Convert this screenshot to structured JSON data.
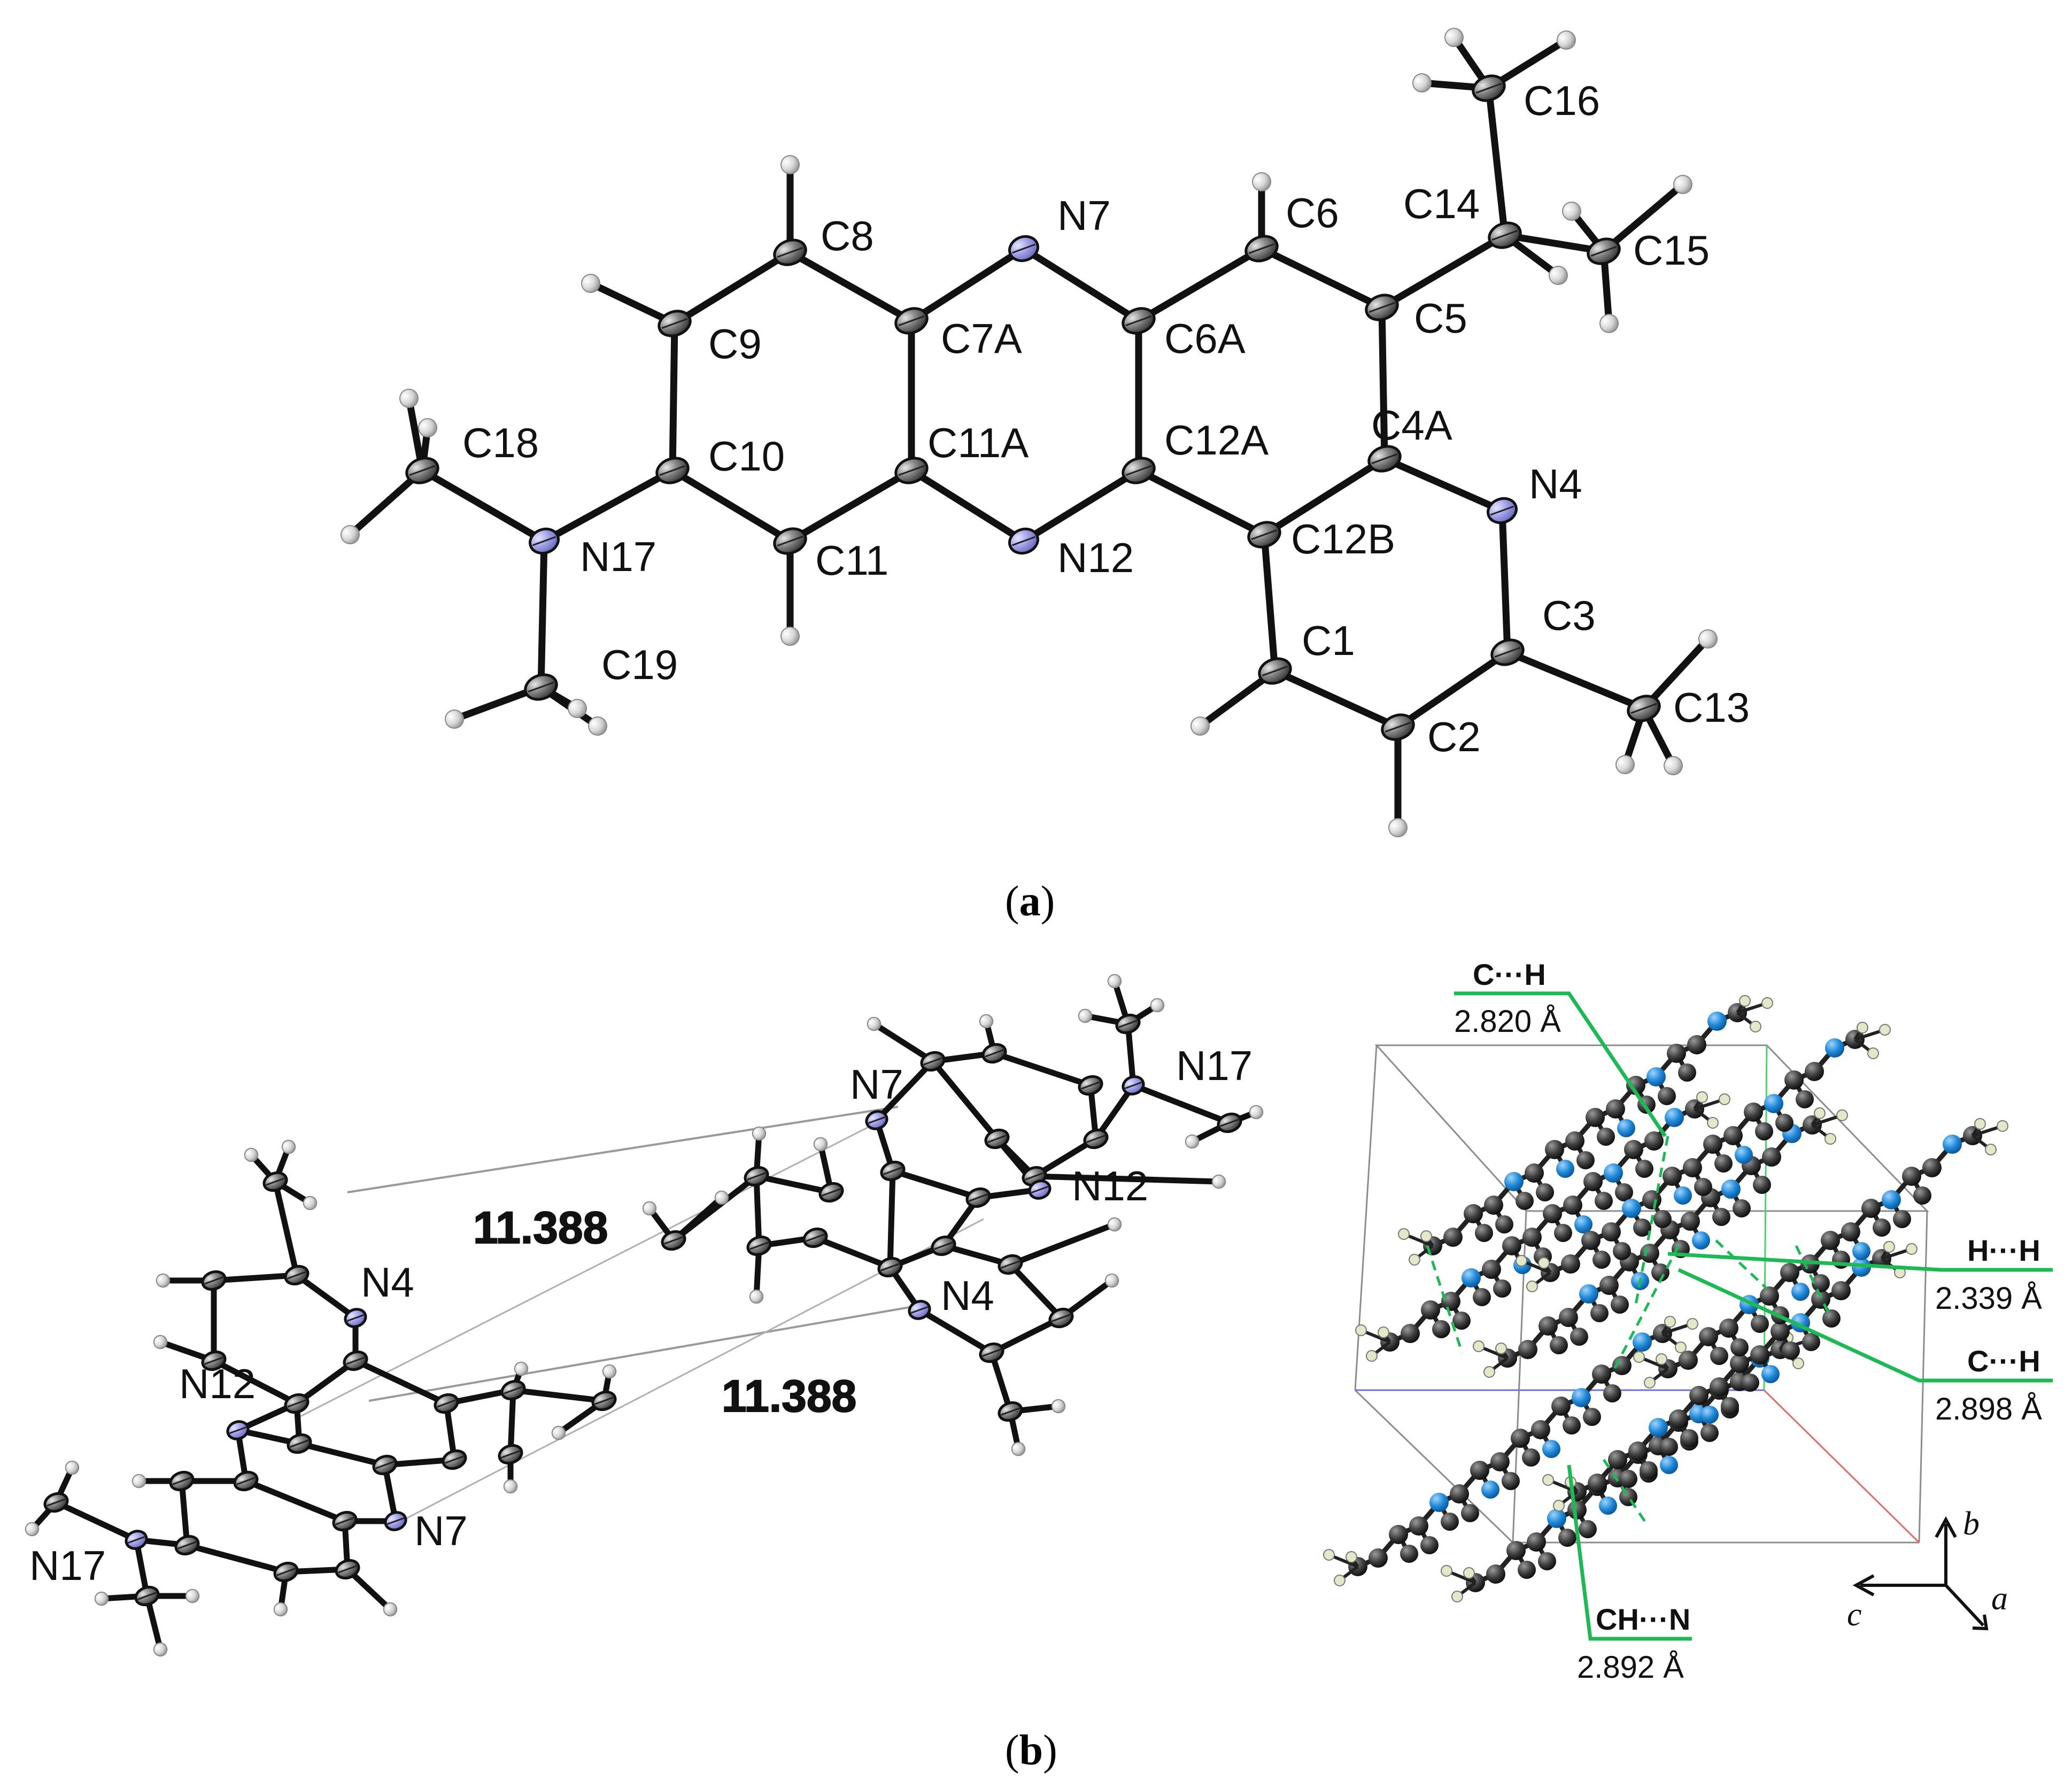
{
  "panel_a": {
    "caption_letter": "a",
    "atom_labels": {
      "C1": "C1",
      "C2": "C2",
      "C3": "C3",
      "N4": "N4",
      "C4A": "C4A",
      "C5": "C5",
      "C6": "C6",
      "C6A": "C6A",
      "N7": "N7",
      "C7A": "C7A",
      "C8": "C8",
      "C9": "C9",
      "C10": "C10",
      "C11": "C11",
      "C11A": "C11A",
      "N12": "N12",
      "C12A": "C12A",
      "C12B": "C12B",
      "C13": "C13",
      "C14": "C14",
      "C15": "C15",
      "C16": "C16",
      "N17": "N17",
      "C18": "C18",
      "C19": "C19"
    }
  },
  "panel_b": {
    "caption_letter": "b",
    "dimer_labels": {
      "left_N4": "N4",
      "left_N12": "N12",
      "left_N7": "N7",
      "left_N17": "N17",
      "right_N7": "N7",
      "right_N17": "N17",
      "right_N12": "N12",
      "right_N4": "N4"
    },
    "distances": [
      "11.388",
      "11.388"
    ],
    "contacts": [
      {
        "type": "C···H",
        "value": "2.820 Å"
      },
      {
        "type": "H···H",
        "value": "2.339 Å"
      },
      {
        "type": "C···H",
        "value": "2.898 Å"
      },
      {
        "type": "CH···N",
        "value": "2.892 Å"
      }
    ],
    "axes": {
      "a": "a",
      "b": "b",
      "c": "c"
    }
  },
  "colors": {
    "carbon": "#555555",
    "nitrogen_a": "#8f8fd8",
    "nitrogen_packing": "#1e88d6",
    "hydrogen": "#cfcfcf",
    "contact_line": "#1db954",
    "cell_edge": "#8c8c8c",
    "axis_a_edge": "#6f6fe0",
    "axis_b_edge": "#4cd26a",
    "axis_c_edge": "#e26a6a"
  }
}
